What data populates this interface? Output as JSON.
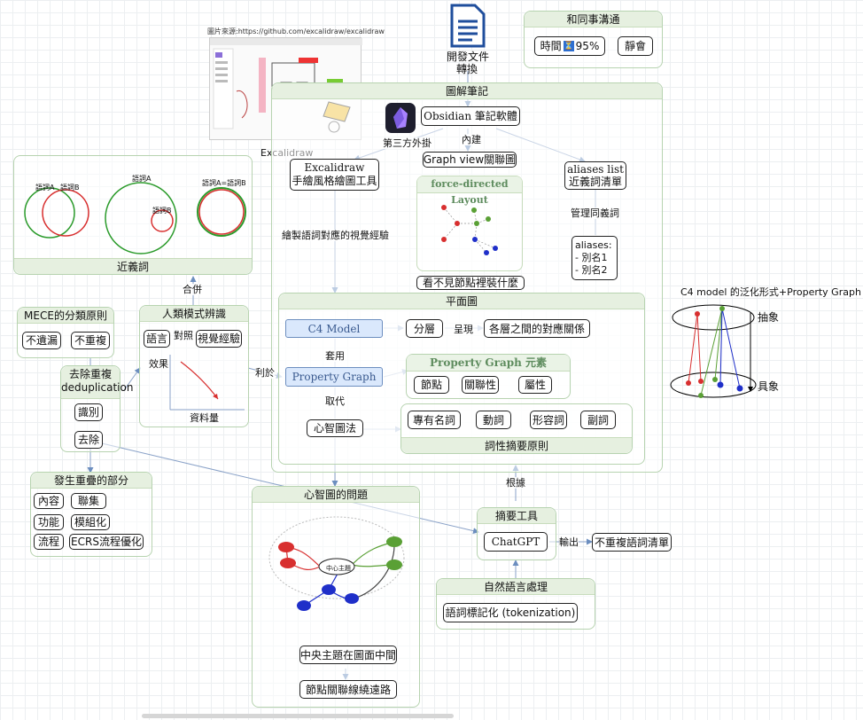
{
  "doc_icon_label_1": "開發文件",
  "doc_icon_label_2": "轉換",
  "comm": {
    "title": "和同事溝通",
    "time_label": "時間",
    "time_value": "95%",
    "meeting": "靜會"
  },
  "screenshot": {
    "source": "圖片來源:https://github.com/excalidraw/excalidraw",
    "caption": "Excalidraw"
  },
  "diagram_notes": {
    "title": "圖解筆記",
    "obsidian": "Obsidian 筆記軟體",
    "third_party": "第三方外掛",
    "builtin": "內建",
    "excalidraw_1": "Excalidraw",
    "excalidraw_2": "手繪風格繪圖工具",
    "graph_view": "Graph view關聯圖",
    "force_layout": "force-directed Layout",
    "cant_see": "看不見節點裡裝什麼",
    "aliases_1": "aliases list",
    "aliases_2": "近義詞清單",
    "manage_synonyms": "管理同義詞",
    "aliases_card_1": "aliases:",
    "aliases_card_2": "- 別名1",
    "aliases_card_3": "- 別名2",
    "draw_visual": "繪製語詞對應的視覺經驗"
  },
  "synonyms": {
    "title": "近義詞",
    "a": "語詞A",
    "b": "語詞B",
    "big_a": "語詞A",
    "small_b": "語詞B",
    "ab": "語詞A=語詞B"
  },
  "mece": {
    "title": "MECE的分類原則",
    "no_omit": "不遺漏",
    "no_dup": "不重複"
  },
  "human": {
    "title": "人類模式辨識",
    "language": "語言",
    "mapping": "對照",
    "visual": "視覺經驗",
    "effect": "效果",
    "vocab": "資料量",
    "merge": "合併",
    "benefit": "利於"
  },
  "dedup": {
    "title_1": "去除重複",
    "title_2": "deduplication",
    "identify": "識別",
    "remove": "去除"
  },
  "overlap": {
    "title": "發生重疊的部分",
    "items": [
      "內容",
      "聯集",
      "功能",
      "模組化",
      "流程",
      "ECRS流程優化"
    ]
  },
  "plane": {
    "title": "平面圖",
    "c4": "C4 Model",
    "layer": "分層",
    "present": "呈現",
    "relation": "各層之間的對應關係",
    "apply": "套用",
    "pg": "Property Graph",
    "pg_elements": "Property Graph 元素",
    "node": "節點",
    "link": "關聯性",
    "attr": "屬性",
    "replace": "取代",
    "mindmap": "心智圖法",
    "noun": "專有名詞",
    "verb": "動詞",
    "adj": "形容詞",
    "adv": "副詞",
    "extract_title": "詞性摘要原則"
  },
  "c4_side": {
    "title": "C4 model 的泛化形式+Property Graph",
    "abstract": "抽象",
    "concrete": "具象"
  },
  "mind_problem": {
    "title": "心智圖的問題",
    "center_note": "中心主題",
    "issue_1": "中央主題在圖面中間",
    "issue_2": "節點關聯線繞遠路"
  },
  "summary": {
    "basis": "根據",
    "title": "摘要工具",
    "tool": "ChatGPT",
    "output": "輸出",
    "result": "不重複語詞清單"
  },
  "nlp": {
    "title": "自然語言處理",
    "token": "語詞標記化 (tokenization)"
  },
  "colors": {
    "green": "#5aa035",
    "red": "#d82f2f",
    "blue": "#1f2fc9",
    "node_blue": "#dae8fc"
  }
}
